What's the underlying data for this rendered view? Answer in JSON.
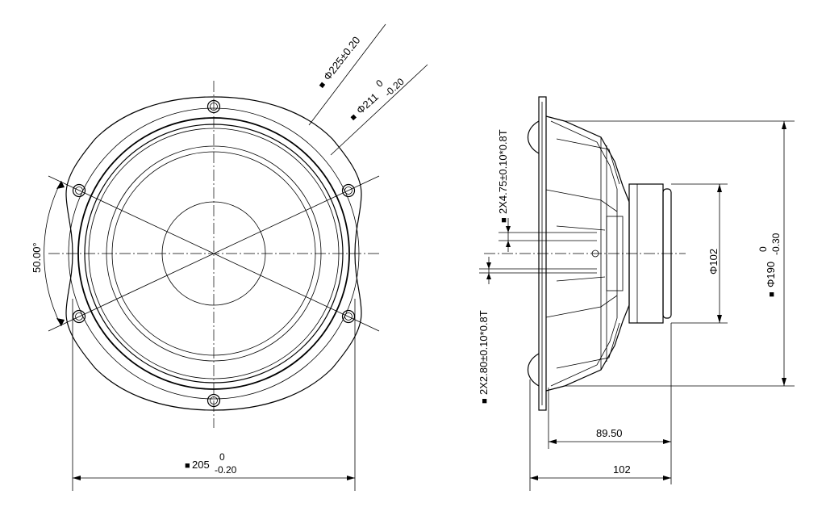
{
  "dimensions": {
    "outer_diameter": {
      "symbol": "■",
      "main": "Φ225±0.20"
    },
    "inner_diameter": {
      "symbol": "■",
      "main": "Φ211",
      "upper": "0",
      "lower": "-0.20"
    },
    "bolt_angle": "50.00°",
    "frame_width": {
      "symbol": "■",
      "main": "205",
      "upper": "0",
      "lower": "-0.20"
    },
    "hole_large": {
      "symbol": "■",
      "main": "2X4.75±0.10*0.8T"
    },
    "hole_small": {
      "symbol": "■",
      "main": "2X2.80±0.10*0.8T"
    },
    "magnet_diameter": "Φ102",
    "body_diameter": {
      "symbol": "■",
      "main": "Φ190",
      "upper": "0",
      "lower": "-0.30"
    },
    "depth_inner": "89.50",
    "depth_total": "102"
  }
}
